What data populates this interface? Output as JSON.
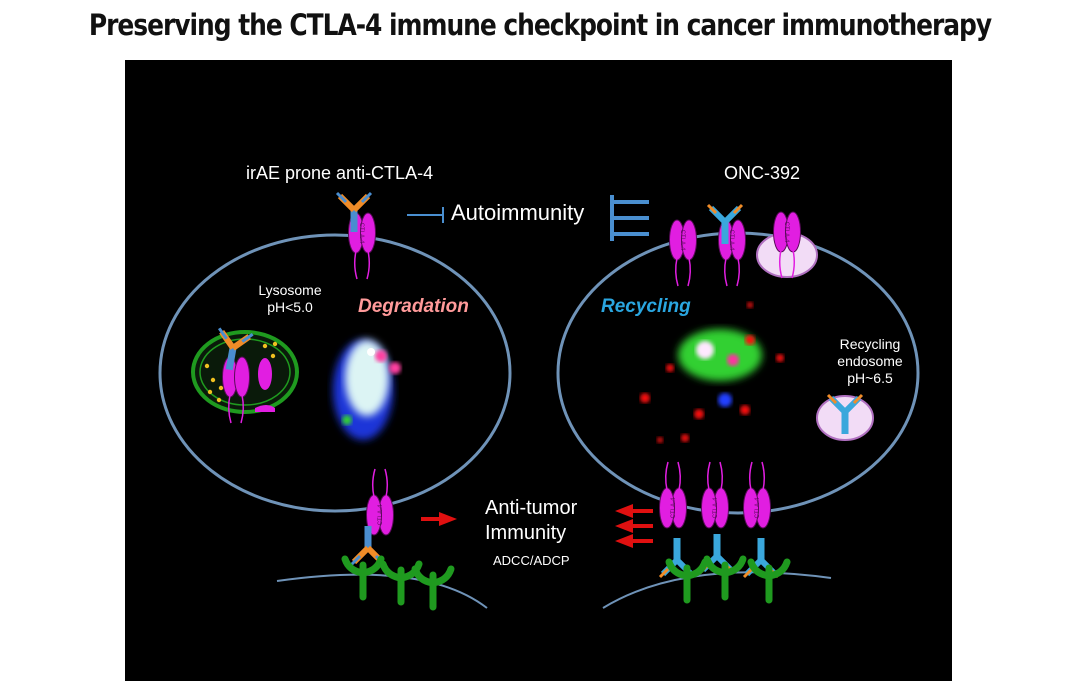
{
  "title": "Preserving the CTLA-4 immune checkpoint in cancer immunotherapy",
  "left_cell": {
    "antibody_label": "irAE prone anti-CTLA-4",
    "lysosome_label_line1": "Lysosome",
    "lysosome_label_line2": "pH<5.0",
    "process_label": "Degradation",
    "receptor_label": "CTLA-4"
  },
  "right_cell": {
    "antibody_label": "ONC-392",
    "process_label": "Recycling",
    "endosome_label_line1": "Recycling",
    "endosome_label_line2": "endosome",
    "endosome_label_line3": "pH~6.5",
    "receptor_label": "CTLA-4"
  },
  "center": {
    "autoimmunity_label": "Autoimmunity",
    "antitumor_line1": "Anti-tumor",
    "antitumor_line2": "Immunity",
    "antitumor_line3": "ADCC/ADCP"
  },
  "colors": {
    "panel_bg": "#000000",
    "membrane": "#6f93b8",
    "ctla4": "#e11ee1",
    "fc_receptor": "#1f9a1f",
    "irae_antibody": "#f08c28",
    "onc_antibody": "#3aa7dc",
    "degradation_text": "#ff9a9a",
    "recycling_text": "#2aa6e0",
    "inhibit": "#4a8fd0",
    "arrow": "#e01010"
  }
}
